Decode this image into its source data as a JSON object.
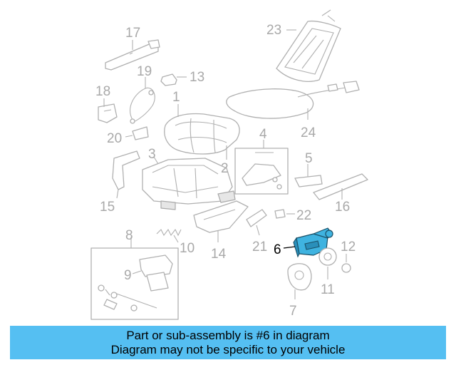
{
  "callouts": {
    "c1": "1",
    "c2": "2",
    "c3": "3",
    "c4": "4",
    "c5": "5",
    "c6": "6",
    "c7": "7",
    "c8": "8",
    "c9": "9",
    "c10": "10",
    "c11": "11",
    "c12": "12",
    "c13": "13",
    "c14": "14",
    "c15": "15",
    "c16": "16",
    "c17": "17",
    "c18": "18",
    "c19": "19",
    "c20": "20",
    "c21": "21",
    "c22": "22",
    "c23": "23",
    "c24": "24"
  },
  "highlight_part": "6",
  "highlight_color": "#3fb3e0",
  "banner": {
    "line1": "Part or sub-assembly is #6 in diagram",
    "line2": "Diagram may not be specific to your vehicle",
    "background": "#55bff2"
  }
}
